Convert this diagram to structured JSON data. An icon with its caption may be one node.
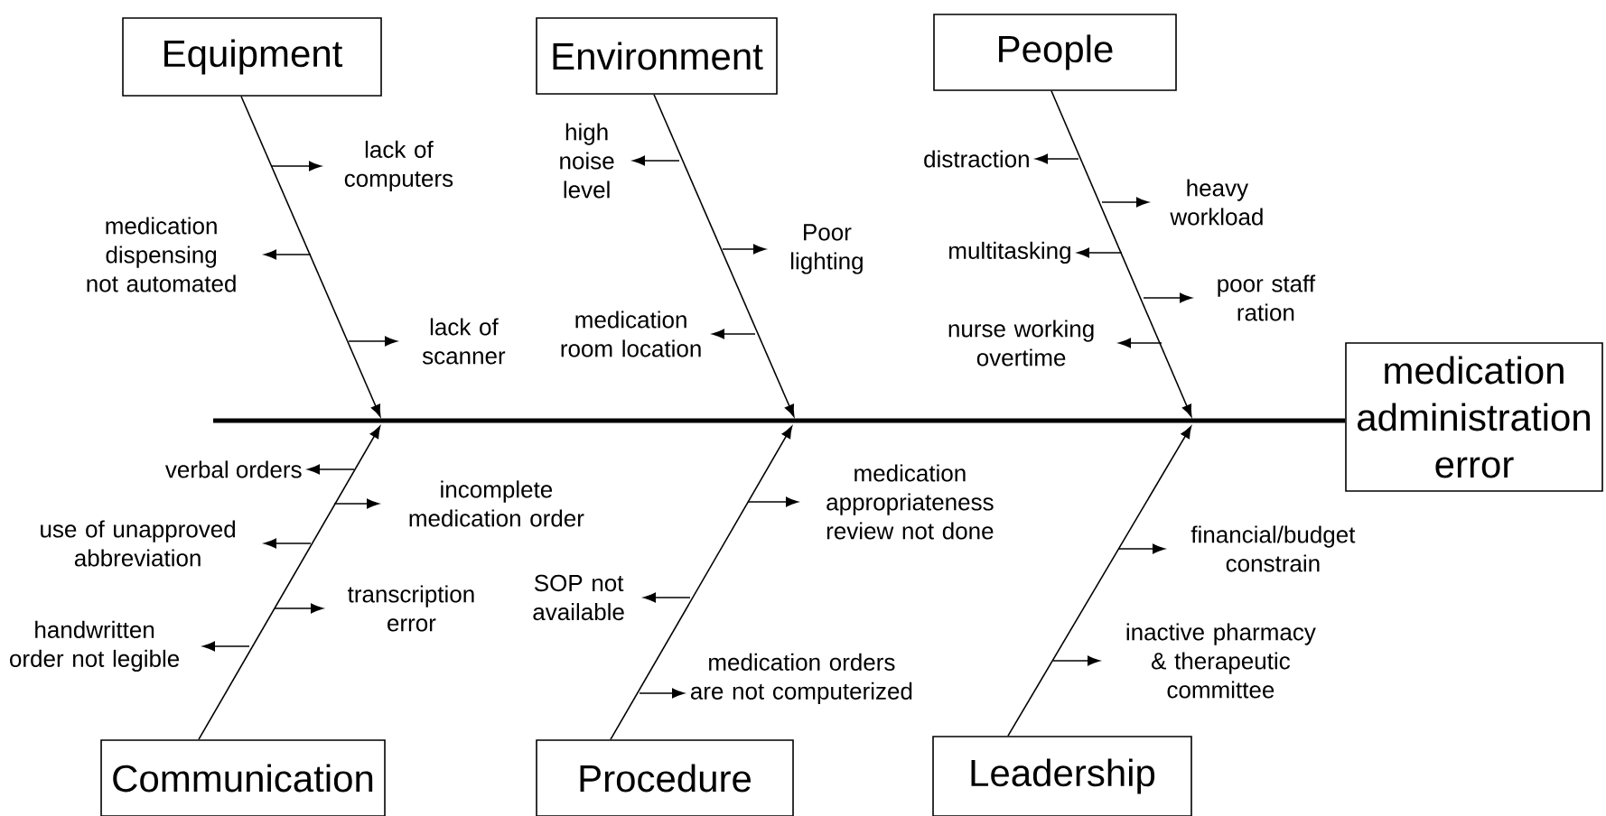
{
  "diagram": {
    "nodes": [
      {
        "text": [
          "Equipment"
        ]
      },
      {
        "text": [
          "lack of computers"
        ]
      },
      {
        "text": [
          "medication dispensing not automated"
        ]
      },
      {
        "text": [
          "lack of scanner"
        ]
      },
      {
        "text": [
          "Environment"
        ]
      },
      {
        "text": [
          "high noise level"
        ]
      },
      {
        "text": [
          "Poor lighting"
        ]
      },
      {
        "text": [
          "medication room location"
        ]
      },
      {
        "text": [
          "People"
        ]
      },
      {
        "text": [
          "distraction"
        ]
      },
      {
        "text": [
          "heavy workload"
        ]
      },
      {
        "text": [
          "multitasking"
        ]
      },
      {
        "text": [
          "poor staff ration"
        ]
      },
      {
        "text": [
          "nurse working overtime"
        ]
      },
      {
        "text": [
          "medication administration error"
        ]
      },
      {
        "text": [
          "Communication"
        ]
      },
      {
        "text": [
          "verbal orders"
        ]
      },
      {
        "text": [
          "incomplete medication order"
        ]
      },
      {
        "text": [
          "use of unapproved abbreviation"
        ]
      },
      {
        "text": [
          "transcription error"
        ]
      },
      {
        "text": [
          "handwritten order not legible"
        ]
      },
      {
        "text": [
          "Procedure"
        ]
      },
      {
        "text": [
          "medication appropriateness review not done"
        ]
      },
      {
        "text": [
          "SOP not available"
        ]
      },
      {
        "text": [
          "medication orders are not computerized"
        ]
      },
      {
        "text": [
          "Leadership"
        ]
      },
      {
        "text": [
          "financial/budget constrain"
        ]
      },
      {
        "text": [
          "inactive pharmacy & therapeutic committee"
        ]
      }
    ],
    "edges": [
      {
        "from": null,
        "to": 14,
        "arrow": "none",
        "style": "thick"
      },
      {
        "from": 0,
        "to": null,
        "arrow": "to"
      },
      {
        "from": null,
        "to": 1,
        "arrow": "to"
      },
      {
        "from": null,
        "to": 2,
        "arrow": "to"
      },
      {
        "from": null,
        "to": 3,
        "arrow": "to"
      },
      {
        "from": 4,
        "to": null,
        "arrow": "to"
      },
      {
        "from": null,
        "to": 5,
        "arrow": "to"
      },
      {
        "from": null,
        "to": 6,
        "arrow": "to"
      },
      {
        "from": null,
        "to": 7,
        "arrow": "to"
      },
      {
        "from": 8,
        "to": null,
        "arrow": "to"
      },
      {
        "from": null,
        "to": 9,
        "arrow": "to"
      },
      {
        "from": null,
        "to": 10,
        "arrow": "to"
      },
      {
        "from": null,
        "to": 11,
        "arrow": "to"
      },
      {
        "from": null,
        "to": 12,
        "arrow": "to"
      },
      {
        "from": null,
        "to": 13,
        "arrow": "to"
      },
      {
        "from": 15,
        "to": null,
        "arrow": "to"
      },
      {
        "from": null,
        "to": 16,
        "arrow": "to"
      },
      {
        "from": null,
        "to": 17,
        "arrow": "to"
      },
      {
        "from": null,
        "to": 18,
        "arrow": "to"
      },
      {
        "from": null,
        "to": 19,
        "arrow": "to"
      },
      {
        "from": null,
        "to": 20,
        "arrow": "to"
      },
      {
        "from": 21,
        "to": null,
        "arrow": "to"
      },
      {
        "from": null,
        "to": 22,
        "arrow": "to"
      },
      {
        "from": null,
        "to": 23,
        "arrow": "to"
      },
      {
        "from": null,
        "to": 24,
        "arrow": "to"
      },
      {
        "from": 25,
        "to": null,
        "arrow": "to"
      },
      {
        "from": null,
        "to": 26,
        "arrow": "to"
      },
      {
        "from": null,
        "to": 27,
        "arrow": "to"
      }
    ]
  }
}
